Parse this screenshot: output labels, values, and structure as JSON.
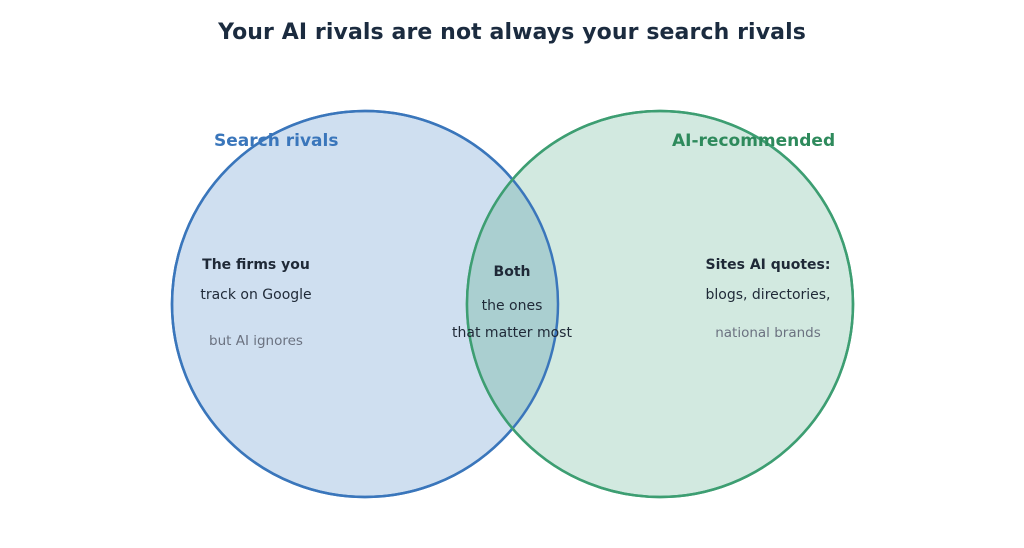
{
  "title": "Your AI rivals are not always your search rivals",
  "sets": {
    "left": {
      "name": "Search rivals",
      "color": "#3a76bb",
      "fill": "#cfdff0",
      "line1": "The firms you",
      "line2": "track on Google",
      "note": "but AI ignores"
    },
    "right": {
      "name": "AI-recommended",
      "color": "#3d9e72",
      "fill": "#d2e9e0",
      "line1": "Sites AI quotes:",
      "line2": "blogs, directories,",
      "note": "national brands"
    },
    "overlap": {
      "name": "Both",
      "line1": "the ones",
      "line2": "that matter most",
      "fill": "#aacfd0"
    }
  }
}
